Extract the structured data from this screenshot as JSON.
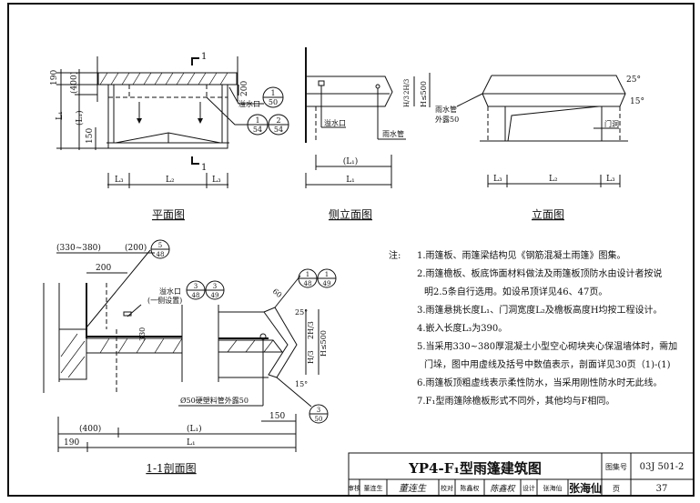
{
  "plan": {
    "title": "平面图",
    "section_mark": "1",
    "dim_190": "190",
    "dim_400": "(400)",
    "dim_L1": "L₁",
    "dim_L1_paren": "(L₁)",
    "dim_150": "150",
    "dim_200": "200",
    "overflow_label": "溢水口",
    "ref_1_50": {
      "top": "1",
      "bottom": "50"
    },
    "ref_1_54": {
      "top": "1",
      "bottom": "54"
    },
    "ref_2_54": {
      "top": "2",
      "bottom": "54"
    },
    "dim_L3": "L₃",
    "dim_L2": "L₂"
  },
  "side": {
    "title": "侧立面图",
    "overflow_label": "溢水口",
    "drain_label": "雨水管",
    "dim_L1_paren": "(L₁)",
    "dim_L1": "L₁",
    "dim_h3": "H/3",
    "dim_2h3": "2H/3",
    "dim_h500": "H≤500"
  },
  "elevation": {
    "title": "立面图",
    "drain_label_1": "雨水管",
    "drain_label_2": "外露50",
    "angle_25": "25°",
    "angle_15": "15°",
    "door_label": "门洞",
    "dim_L3": "L₃",
    "dim_L2": "L₂"
  },
  "section": {
    "title": "1-1剖面图",
    "dim_330_380": "(330~380)",
    "dim_200_paren": "(200)",
    "dim_200": "200",
    "ref_5_48": {
      "top": "5",
      "bottom": "48"
    },
    "overflow_label_1": "溢水口",
    "overflow_label_2": "(一侧设置)",
    "ref_3_48": {
      "top": "3",
      "bottom": "48"
    },
    "ref_3_49": {
      "top": "3",
      "bottom": "49"
    },
    "ref_1_48": {
      "top": "1",
      "bottom": "48"
    },
    "ref_1_49": {
      "top": "1",
      "bottom": "49"
    },
    "ref_3_50": {
      "top": "3",
      "bottom": "50"
    },
    "dim_60": "60",
    "dim_330": "330",
    "angle_25": "25°",
    "angle_15": "15°",
    "dim_h3": "H/3",
    "dim_2h3": "2H/3",
    "dim_h500": "H≤500",
    "pipe_label": "Ø50硬塑料管外露50",
    "dim_150": "150",
    "dim_400": "(400)",
    "dim_L1_paren": "(L₁)",
    "dim_190": "190",
    "dim_L1": "L₁"
  },
  "notes": {
    "label": "注:",
    "items": [
      "1.雨篷板、雨篷梁结构见《钢筋混凝土雨篷》图集。",
      "2.雨篷檐板、板底饰面材料做法及雨篷板顶防水由设计者按说",
      "明2.5条自行选用。如设吊顶详见46、47页。",
      "3.雨篷悬挑长度L₁、门洞宽度L₂及檐板高度H均按工程设计。",
      "4.嵌入长度L₃为390。",
      "5.当采用330~380厚混凝土小型空心砌块夹心保温墙体时，需加",
      "门垛，图中用虚线及括号中数值表示，剖面详见30页（1)-(1)",
      "6.雨篷板顶粗虚线表示柔性防水，当采用刚性防水时无此线。",
      "7.F₁型雨篷除檐板形式不同外，其他均与F相同。"
    ]
  },
  "title_block": {
    "title": "YP4-F₁型雨篷建筑图",
    "atlas_label": "图集号",
    "atlas_no": "03J 501-2",
    "review_label": "审核",
    "reviewer": "董连生",
    "reviewer_sig": "董连生",
    "check_label": "校对",
    "checker": "陈鑫权",
    "checker_sig": "陈鑫权",
    "design_label": "设计",
    "designer": "张海仙",
    "designer_sig": "张海仙",
    "page_label": "页",
    "page_no": "37"
  }
}
